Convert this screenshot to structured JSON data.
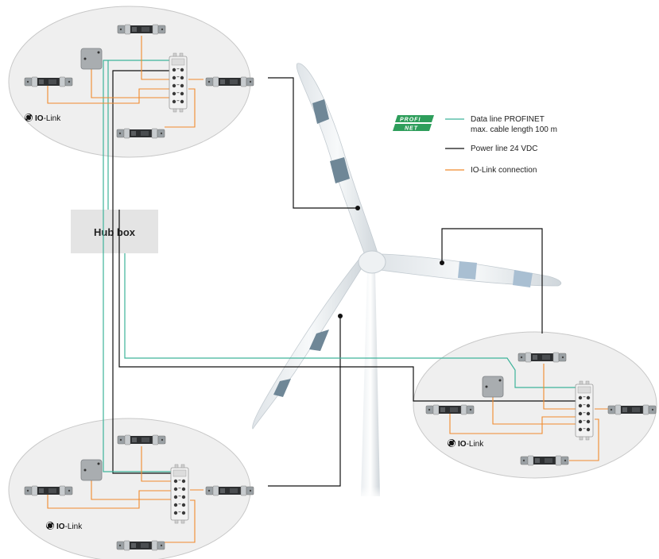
{
  "hub_box": {
    "label": "Hub box"
  },
  "legend": {
    "profinet_logo": {
      "top": "PROFI",
      "bottom": "NET"
    },
    "items": [
      {
        "lines": [
          "Data line PROFINET",
          "max. cable length 100 m"
        ],
        "color": "#3db39a"
      },
      {
        "lines": [
          "Power line 24 VDC"
        ],
        "color": "#111111"
      },
      {
        "lines": [
          "IO-Link connection"
        ],
        "color": "#f08a2c"
      }
    ]
  },
  "clusters": [
    {
      "io_link_bold": "IO",
      "io_link_light": "-Link"
    },
    {
      "io_link_bold": "IO",
      "io_link_light": "-Link"
    },
    {
      "io_link_bold": "IO",
      "io_link_light": "-Link"
    }
  ],
  "colors": {
    "data_line": "#3db39a",
    "power_line": "#111111",
    "io_link_line": "#f08a2c",
    "ellipse_fill": "#efefef",
    "ellipse_stroke": "#c8c8c8",
    "hub_fill": "#e4e4e4",
    "blade_marker_dark": "#6f8797",
    "blade_marker_light": "#a9bfd2",
    "profinet_green": "#2e9e5b"
  },
  "icons": [
    "wind-turbine-icon",
    "sensor-icon",
    "io-module-icon",
    "io-link-icon",
    "profinet-logo"
  ]
}
